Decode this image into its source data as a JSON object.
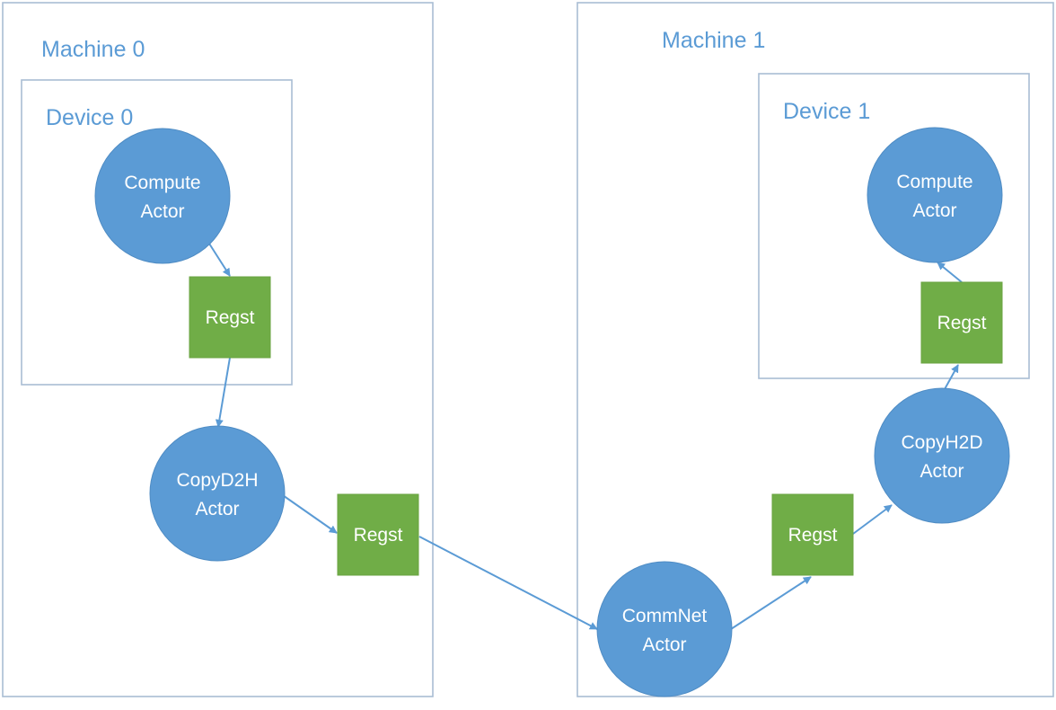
{
  "machines": [
    {
      "label": "Machine 0"
    },
    {
      "label": "Machine 1"
    }
  ],
  "devices": [
    {
      "label": "Device 0"
    },
    {
      "label": "Device 1"
    }
  ],
  "actors": {
    "compute_0": [
      "Compute",
      "Actor"
    ],
    "copyd2h": [
      "CopyD2H",
      "Actor"
    ],
    "commnet": [
      "CommNet",
      "Actor"
    ],
    "copyh2d": [
      "CopyH2D",
      "Actor"
    ],
    "compute_1": [
      "Compute",
      "Actor"
    ]
  },
  "regsts": {
    "regst_dev0": "Regst",
    "regst_m0": "Regst",
    "regst_m1": "Regst",
    "regst_dev1": "Regst"
  },
  "colors": {
    "actor_fill": "#5b9bd5",
    "regst_fill": "#70ad47",
    "box_border": "#a9bdd4",
    "label_text": "#5b9bd5",
    "edge": "#5b9bd5"
  }
}
